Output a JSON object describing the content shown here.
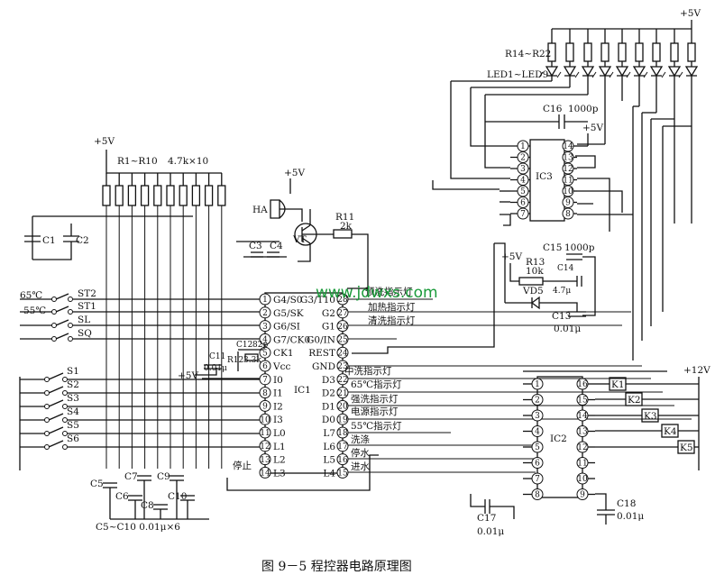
{
  "supply": {
    "top_right": "+5V",
    "resistor_bank": "+5V",
    "buzzer": "+5V",
    "ic3": "+5V",
    "c15": "+5V",
    "ic1_vcc": "+5V",
    "relay": "+12V"
  },
  "resistor_bank_label": "R1~R10",
  "resistor_bank_value": "4.7k×10",
  "led_resistors_label": "R14~R22",
  "leds_label": "LED1~LED9",
  "buzzer_label": "HA",
  "transistor_label": "VT",
  "r11_label": "R11",
  "r11_value": "2k",
  "caps": {
    "c1": "C1",
    "c2": "C2",
    "c3": "C3",
    "c4": "C4",
    "c5": "C5",
    "c6": "C6",
    "c7": "C7",
    "c8": "C8",
    "c9": "C9",
    "c10": "C10",
    "c5_c10_note": "C5~C10  0.01μ×6",
    "c11": "C11",
    "c11_value": "0.01μ",
    "c12": "C12",
    "c12_value": "82p",
    "r12": "R12",
    "r12_value": "3.3k",
    "c13": "C13",
    "c13_value": "0.01μ",
    "c14": "C14",
    "c14_value": "4.7μ",
    "c15": "C15",
    "c15_value": "1000p",
    "c16": "C16",
    "c16_value": "1000p",
    "c17": "C17",
    "c17_value": "0.01μ",
    "c18": "C18",
    "c18_value": "0.01μ"
  },
  "r13_label": "R13",
  "r13_value": "10k",
  "vd5_label": "VD5",
  "switches": {
    "temp65": "65℃",
    "temp55": "55℃",
    "st2": "ST2",
    "st1": "ST1",
    "sl": "SL",
    "sq": "SQ",
    "s1": "S1",
    "s2": "S2",
    "s3": "S3",
    "s4": "S4",
    "s5": "S5",
    "s6": "S6"
  },
  "ic1": {
    "name": "IC1",
    "left_pins": [
      {
        "num": "1",
        "label": "G4/S0"
      },
      {
        "num": "2",
        "label": "G5/SK"
      },
      {
        "num": "3",
        "label": "G6/SI"
      },
      {
        "num": "4",
        "label": "G7/CK0"
      },
      {
        "num": "5",
        "label": "CK1"
      },
      {
        "num": "6",
        "label": "Vcc"
      },
      {
        "num": "7",
        "label": "I0"
      },
      {
        "num": "8",
        "label": "I1"
      },
      {
        "num": "9",
        "label": "I2"
      },
      {
        "num": "10",
        "label": "I3"
      },
      {
        "num": "11",
        "label": "L0"
      },
      {
        "num": "12",
        "label": "L1"
      },
      {
        "num": "13",
        "label": "L2"
      },
      {
        "num": "14",
        "label": "L3"
      }
    ],
    "right_pins": [
      {
        "num": "28",
        "label": "G3/T10"
      },
      {
        "num": "27",
        "label": "G2"
      },
      {
        "num": "26",
        "label": "G1"
      },
      {
        "num": "25",
        "label": "G0/IN"
      },
      {
        "num": "24",
        "label": "REST"
      },
      {
        "num": "23",
        "label": "GND"
      },
      {
        "num": "22",
        "label": "D3"
      },
      {
        "num": "21",
        "label": "D2"
      },
      {
        "num": "20",
        "label": "D1"
      },
      {
        "num": "19",
        "label": "D0"
      },
      {
        "num": "18",
        "label": "L7"
      },
      {
        "num": "17",
        "label": "L6"
      },
      {
        "num": "16",
        "label": "L5"
      },
      {
        "num": "15",
        "label": "L4"
      }
    ]
  },
  "ic1_out_labels": {
    "g3": "预洗指示灯",
    "g2": "加热指示灯",
    "g1": "清洗指示灯",
    "d3": "中洗指示灯",
    "d2": "65℃指示灯",
    "d1": "强洗指示灯",
    "d0": "电源指示灯",
    "l7": "55℃指示灯",
    "l6": "洗涤",
    "l5": "停水",
    "l4": "进水",
    "stop": "停止"
  },
  "ic2": {
    "name": "IC2",
    "left_pins": [
      "1",
      "2",
      "3",
      "4",
      "5",
      "6",
      "7",
      "8"
    ],
    "right_pins": [
      "16",
      "15",
      "14",
      "13",
      "12",
      "11",
      "10",
      "9"
    ]
  },
  "ic3": {
    "name": "IC3",
    "left_pins": [
      "1",
      "2",
      "3",
      "4",
      "5",
      "6",
      "7"
    ],
    "right_pins": [
      "14",
      "13",
      "12",
      "11",
      "10",
      "9",
      "8"
    ]
  },
  "relays": [
    "K1",
    "K2",
    "K3",
    "K4",
    "K5"
  ],
  "watermark": "www.jdwxs.com",
  "caption": "图 9－5    程控器电路原理图"
}
